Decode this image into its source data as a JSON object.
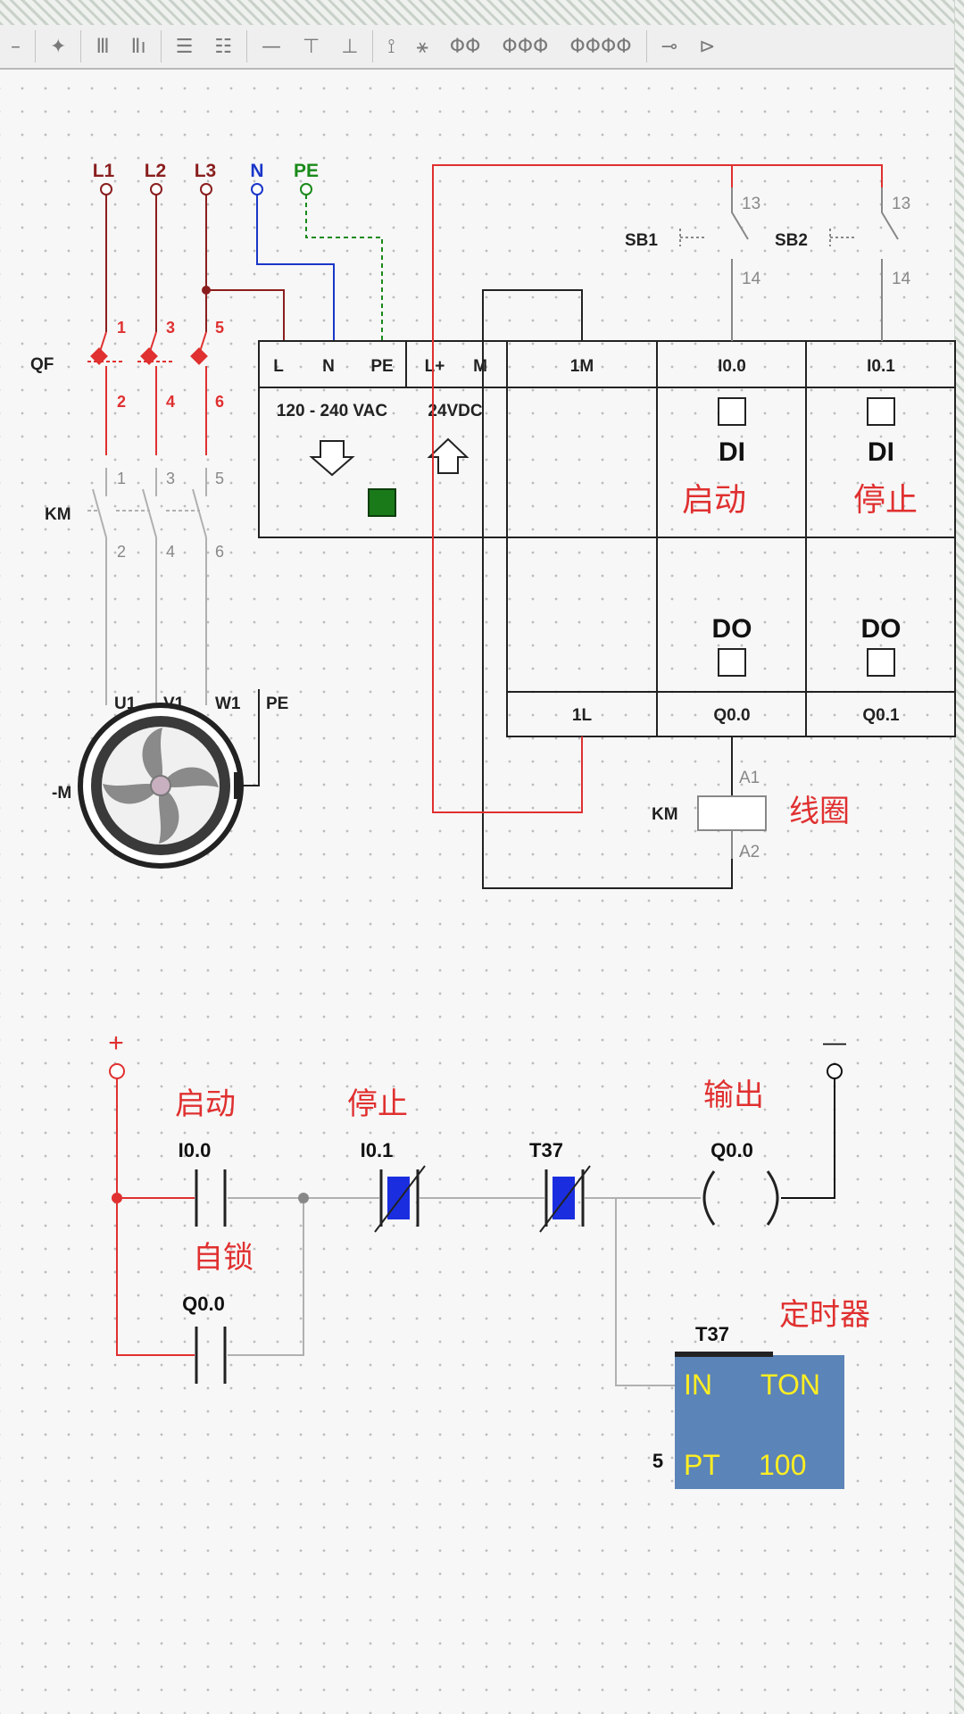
{
  "toolbar": {
    "tools": [
      "–",
      "✦",
      "Ⅲ",
      "Ⅱı",
      "☰",
      "☷",
      "—",
      "⊤",
      "⊥",
      "⟟",
      "⚹",
      "ΦΦ",
      "ΦΦΦ",
      "ΦΦΦΦ",
      "⊸",
      "⊳"
    ]
  },
  "power": {
    "L1": "L1",
    "L2": "L2",
    "L3": "L3",
    "N": "N",
    "PE": "PE"
  },
  "breaker": {
    "label": "QF",
    "top": [
      "1",
      "3",
      "5"
    ],
    "bottom": [
      "2",
      "4",
      "6"
    ]
  },
  "contactor": {
    "label": "KM",
    "top": [
      "1",
      "3",
      "5"
    ],
    "bottom": [
      "2",
      "4",
      "6"
    ]
  },
  "motor": {
    "label": "-M",
    "terms": [
      "U1",
      "V1",
      "W1",
      "PE"
    ]
  },
  "plc": {
    "supply_terms": [
      "L",
      "N",
      "PE"
    ],
    "out_terms": [
      "L+",
      "M"
    ],
    "supply_voltage": "120 - 240 VAC",
    "out_voltage": "24VDC",
    "col_1m": "1M",
    "col_1l": "1L",
    "inputs": [
      {
        "addr": "I0.0",
        "type": "DI",
        "name": "启动"
      },
      {
        "addr": "I0.1",
        "type": "DI",
        "name": "停止"
      }
    ],
    "outputs": [
      {
        "addr": "Q0.0",
        "type": "DO"
      },
      {
        "addr": "Q0.1",
        "type": "DO"
      }
    ]
  },
  "buttons": [
    {
      "label": "SB1",
      "top": "13",
      "bottom": "14"
    },
    {
      "label": "SB2",
      "top": "13",
      "bottom": "14"
    }
  ],
  "coil": {
    "label": "KM",
    "a1": "A1",
    "a2": "A2",
    "name": "线圈"
  },
  "ladder": {
    "plus": "+",
    "minus": "—",
    "start": {
      "name": "启动",
      "addr": "I0.0"
    },
    "stop": {
      "name": "停止",
      "addr": "I0.1"
    },
    "timer_contact": {
      "addr": "T37"
    },
    "output": {
      "name": "输出",
      "addr": "Q0.0"
    },
    "latch": {
      "name": "自锁",
      "addr": "Q0.0"
    },
    "timer": {
      "title": "定时器",
      "name": "T37",
      "in": "IN",
      "type": "TON",
      "pt": "PT",
      "preset": "100",
      "pt_value": "5"
    }
  },
  "colors": {
    "red": "#e03030",
    "darkred": "#8a1e1e",
    "blue": "#1a36c8",
    "green": "#1a8a1a",
    "wire_gray": "#b0b0b0",
    "timer_fill": "#5b84b8",
    "timer_text": "#ffee22"
  }
}
